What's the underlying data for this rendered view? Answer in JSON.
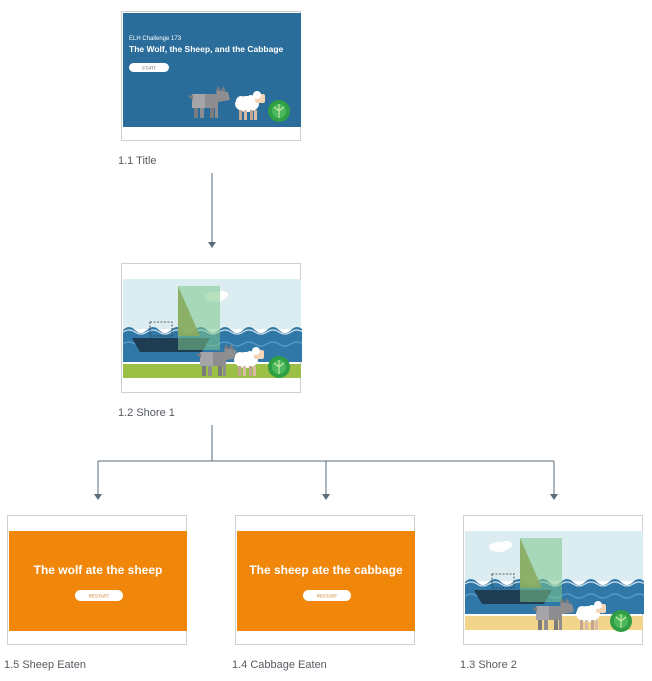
{
  "nodes": {
    "title": {
      "caption": "1.1 Title",
      "kicker": "ELH Challenge 173",
      "heading": "The Wolf, the Sheep, and the Cabbage",
      "button": "START"
    },
    "shore1": {
      "caption": "1.2 Shore 1"
    },
    "sheep_eaten": {
      "caption": "1.5 Sheep Eaten",
      "heading": "The wolf ate the sheep",
      "button": "RESTART"
    },
    "cabbage_eaten": {
      "caption": "1.4 Cabbage Eaten",
      "heading": "The sheep ate the cabbage",
      "button": "RESTART"
    },
    "shore2": {
      "caption": "1.3 Shore 2"
    }
  },
  "colors": {
    "title_bg": "#2a6d9b",
    "orange": "#f0870b",
    "sky": "#dcedf2",
    "sea": "#2f78a8",
    "grass": "#9cbf45",
    "sand": "#f1d58a",
    "connector": "#5b6b78"
  }
}
